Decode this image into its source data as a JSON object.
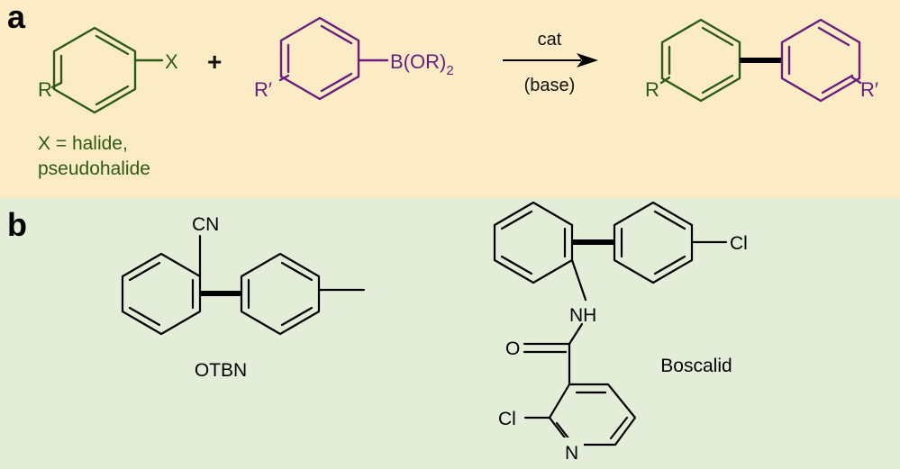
{
  "panel_a": {
    "label": "a",
    "background": "#fbecc6",
    "colors": {
      "reactant1": "#2d5a17",
      "reactant2": "#6a1d7d",
      "text": "#111111"
    },
    "reactant1": {
      "substituent_x": "X",
      "substituent_r": "R"
    },
    "plus": "+",
    "reactant2": {
      "boron_group": "B(OR)",
      "boron_subscript": "2",
      "substituent_r": "R′"
    },
    "arrow": {
      "above": "cat",
      "below": "(base)"
    },
    "product": {
      "substituent_r": "R",
      "substituent_r_prime": "R′"
    },
    "note_line1": "X = halide,",
    "note_line2": "pseudohalide"
  },
  "panel_b": {
    "label": "b",
    "background": "#e3edd8",
    "otbn": {
      "name": "OTBN",
      "nitrile": "CN"
    },
    "boscalid": {
      "name": "Boscalid",
      "chloro_top": "Cl",
      "amine": "NH",
      "oxygen": "O",
      "chloro_bottom": "Cl",
      "pyridine_n": "N"
    }
  }
}
